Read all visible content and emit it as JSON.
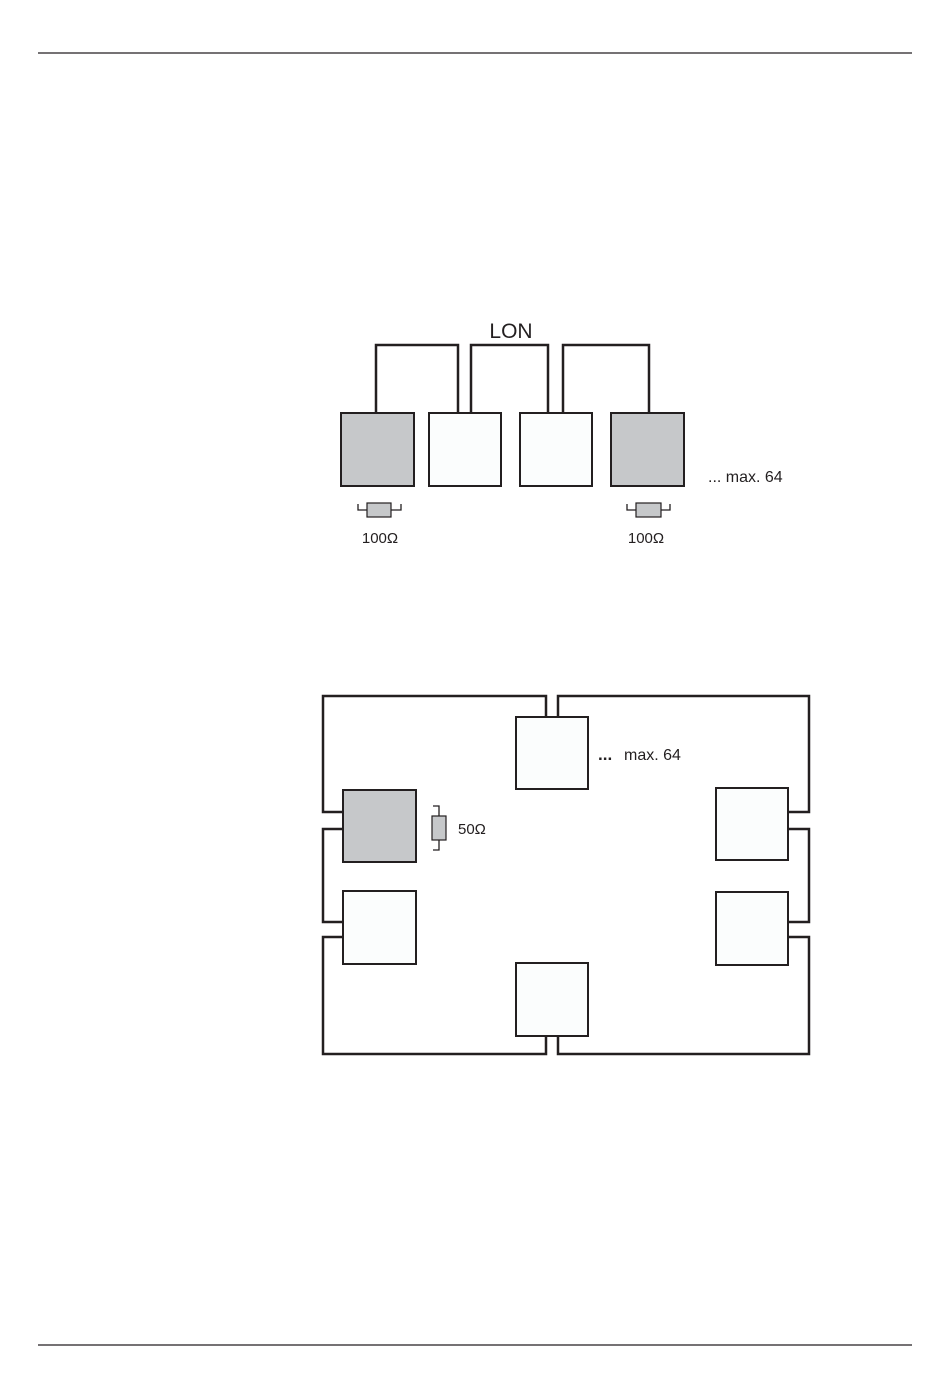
{
  "bus_diagram": {
    "title": "LON",
    "termination_left": "100Ω",
    "termination_right": "100Ω",
    "max_note": "... max. 64"
  },
  "ring_diagram": {
    "termination": "50Ω",
    "max_dots": "...",
    "max_note": "max. 64"
  }
}
